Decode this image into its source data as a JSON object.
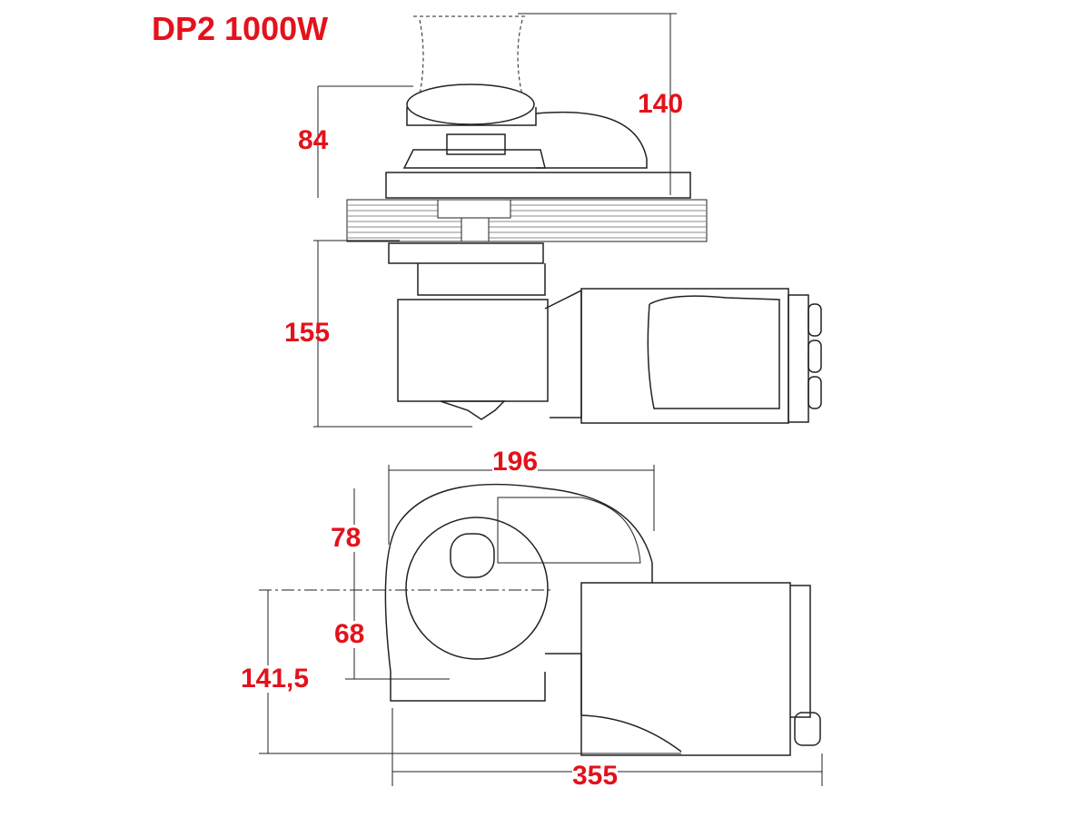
{
  "title": "DP2 1000W",
  "side_view": {
    "dim_top_height": "140",
    "dim_deck_above": "84",
    "dim_below_deck": "155"
  },
  "top_view": {
    "dim_width_head": "196",
    "dim_front": "78",
    "dim_back": "68",
    "dim_motor": "141,5",
    "dim_total_length": "355"
  },
  "colors": {
    "label": "#e3121b",
    "line": "#222222"
  }
}
